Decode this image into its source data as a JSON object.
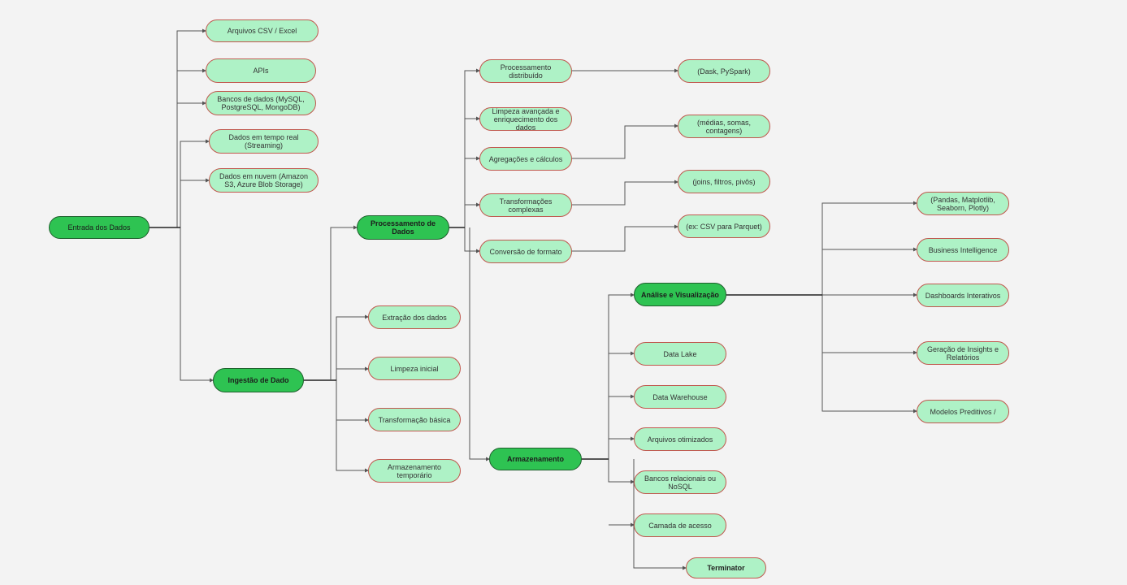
{
  "nodes": {
    "entrada": "Entrada dos Dados",
    "arquivos_csv": "Arquivos CSV / Excel",
    "apis": "APIs",
    "bancos_dados": "Bancos de dados (MySQL, PostgreSQL, MongoDB)",
    "tempo_real": "Dados em tempo real (Streaming)",
    "nuvem": "Dados em nuvem (Amazon S3, Azure Blob Storage)",
    "ingestao": "Ingestão de Dado",
    "extracao": "Extração dos dados",
    "limpeza_inicial": "Limpeza inicial",
    "transf_basica": "Transformação básica",
    "armaz_temp": "Armazenamento temporário",
    "processamento": "Processamento de Dados",
    "proc_distribuido": "Processamento distribuído",
    "limpeza_avancada": "Limpeza avançada e enriquecimento dos dados",
    "agregacoes": "Agregações e cálculos",
    "transf_complexas": "Transformações complexas",
    "conversao": "Conversão de formato",
    "dask": "(Dask, PySpark)",
    "medias": "(médias, somas, contagens)",
    "joins": "(joins, filtros, pivôs)",
    "csv_parquet": "(ex: CSV para Parquet)",
    "armazenamento": "Armazenamento",
    "data_lake": "Data Lake",
    "data_warehouse": "Data Warehouse",
    "arquivos_otim": "Arquivos otimizados",
    "bancos_rel": "Bancos relacionais ou NoSQL",
    "camada_acesso": "Camada de acesso",
    "terminator": "Terminator",
    "analise": "Análise e Visualização",
    "pandas": "(Pandas, Matplotlib, Seaborn, Plotly)",
    "bi": "Business Intelligence",
    "dashboards": "Dashboards Interativos",
    "insights": "Geração de Insights e Relatórios",
    "modelos": "Modelos Preditivos /"
  },
  "colors": {
    "hub_fill": "#2ec352",
    "leaf_fill": "#aef2c6",
    "leaf_border": "#c0584e",
    "connector": "#555555"
  }
}
